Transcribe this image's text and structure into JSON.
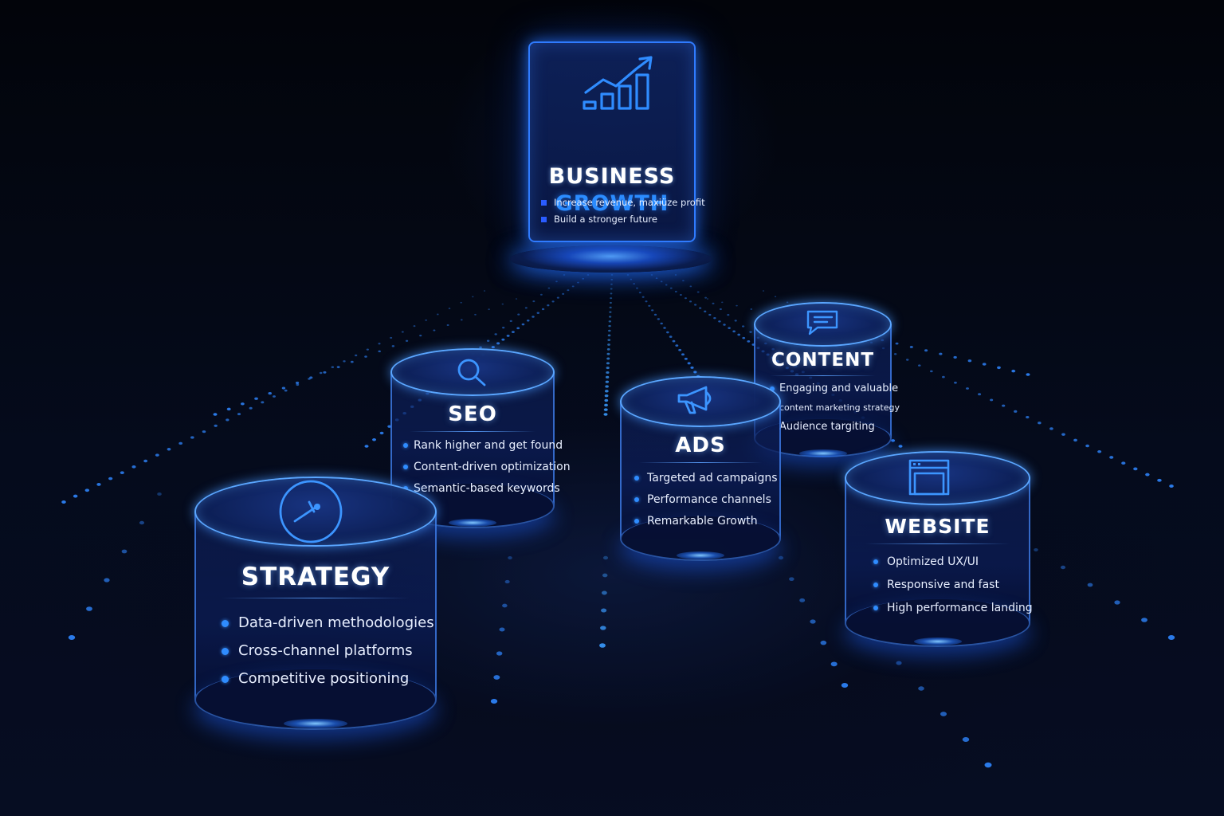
{
  "top_card": {
    "title_line1": "BUSINESS",
    "title_line2": "GROWTH",
    "icon": "growth-chart-icon",
    "bullets": [
      "Increase revenue, maxiüze profit",
      "Build a stronger future"
    ]
  },
  "pillars": {
    "strategy": {
      "title": "STRATEGY",
      "icon": "compass-icon",
      "bullets": [
        "Data-driven methodologies",
        "Cross-channel platforms",
        "Competitive positioning"
      ]
    },
    "seo": {
      "title": "SEO",
      "icon": "search-icon",
      "bullets": [
        "Rank higher and get found",
        "Content-driven optimization",
        "Semantic-based keywords"
      ]
    },
    "ads": {
      "title": "ADS",
      "icon": "megaphone-icon",
      "bullets": [
        "Targeted ad campaigns",
        "Performance channels",
        "Remarkable Growth"
      ]
    },
    "content": {
      "title": "CONTENT",
      "icon": "chat-bubble-icon",
      "bullets": [
        "Engaging and valuable",
        "content marketing strategy",
        "Audience targiting"
      ]
    },
    "website": {
      "title": "WEBSITE",
      "icon": "browser-window-icon",
      "bullets": [
        "Optimized UX/UI",
        "Responsive and fast",
        "High performance landing"
      ]
    }
  },
  "colors": {
    "background": "#02050d",
    "accent": "#2f7bff",
    "growth_text": "#2b8cff",
    "bullet": "#2f8cff"
  }
}
